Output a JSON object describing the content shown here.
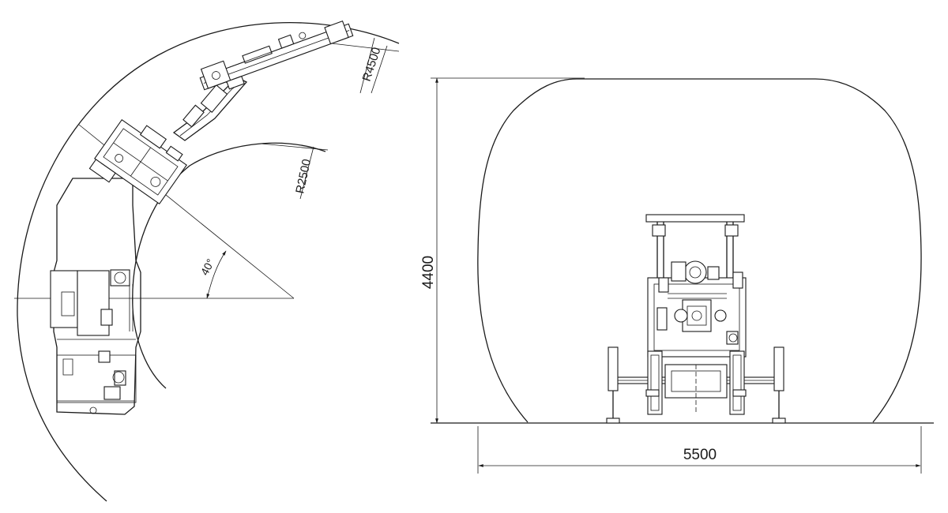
{
  "plan_view": {
    "outer_radius_label": "R4500",
    "inner_radius_label": "R2500",
    "angle_label": "40°"
  },
  "section_view": {
    "width_label": "5500",
    "height_label": "4400"
  }
}
